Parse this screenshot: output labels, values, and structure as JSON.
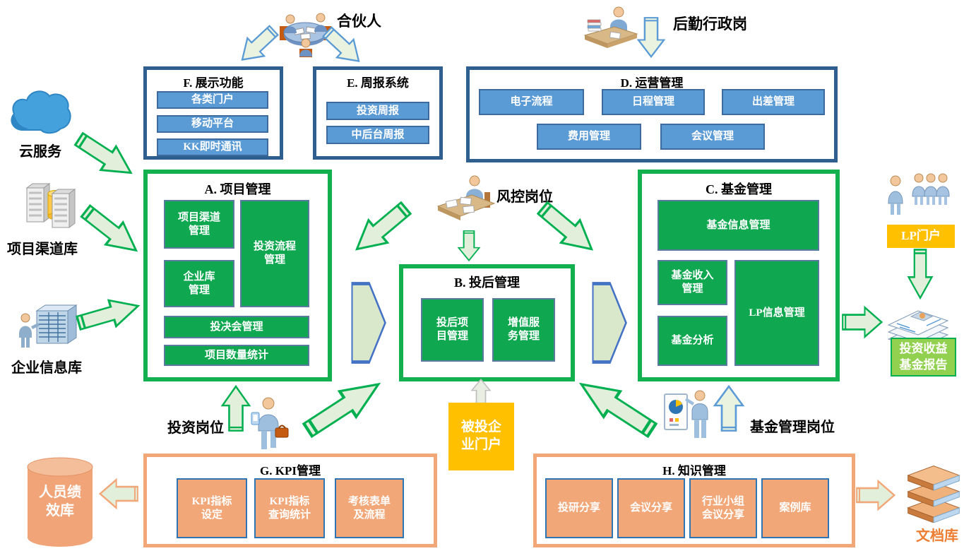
{
  "boxes": {
    "f": {
      "title": "F. 展示功能",
      "items": [
        "各类门户",
        "移动平台",
        "KK即时通讯"
      ]
    },
    "e": {
      "title": "E. 周报系统",
      "items": [
        "投资周报",
        "中后台周报"
      ]
    },
    "d": {
      "title": "D. 运营管理",
      "items": [
        "电子流程",
        "日程管理",
        "出差管理",
        "费用管理",
        "会议管理"
      ]
    },
    "a": {
      "title": "A. 项目管理",
      "items": [
        "项目渠道\n管理",
        "投资流程\n管理",
        "企业库\n管理",
        "投决会管理",
        "项目数量统计"
      ]
    },
    "b": {
      "title": "B. 投后管理",
      "items": [
        "投后项\n目管理",
        "增值服\n务管理"
      ]
    },
    "c": {
      "title": "C. 基金管理",
      "items": [
        "基金信息管理",
        "基金收入\n管理",
        "LP信息管理",
        "基金分析"
      ]
    },
    "g": {
      "title": "G. KPI管理",
      "items": [
        "KPI指标\n设定",
        "KPI指标\n查询统计",
        "考核表单\n及流程"
      ]
    },
    "h": {
      "title": "H. 知识管理",
      "items": [
        "投研分享",
        "会议分享",
        "行业小组\n会议分享",
        "案例库"
      ]
    }
  },
  "actors": {
    "partners": "合伙人",
    "admin": "后勤行政岗",
    "risk": "风控岗位",
    "invest": "投资岗位",
    "fund_mgr": "基金管理岗位"
  },
  "sources": {
    "cloud": "云服务",
    "project_channel_db": "项目渠道库",
    "enterprise_info_db": "企业信息库"
  },
  "portals": {
    "lp": "LP门户",
    "invested_company": "被投企\n业门户",
    "report": "投资收益\n基金报告"
  },
  "stores": {
    "performance": "人员绩\n效库",
    "documents": "文档库"
  },
  "colors": {
    "blue_item": "#5B9BD5",
    "blue_box_border": "#2F5F8F",
    "green_item": "#0FA850",
    "green_box_border": "#12B04F",
    "orange_item": "#F2A778",
    "orange_item_border": "#2E75B6",
    "portal_yellow": "#FFC000",
    "report_green": "#92D050",
    "arrow_green": "#00B050",
    "doc_label_orange": "#ED7D31"
  }
}
